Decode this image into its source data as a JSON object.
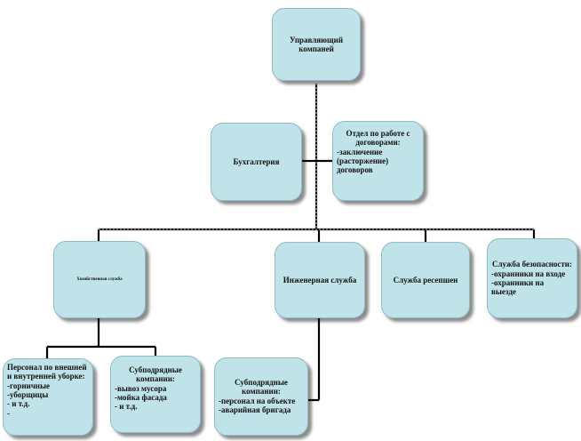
{
  "management": {
    "title": "Управляющий компаней"
  },
  "accounting": {
    "title": "Бухгалтерия"
  },
  "contracts_dept": {
    "title": "Отдел по работе с договорами:",
    "items": [
      "-заключение",
      "(расторжение)",
      "договоров"
    ]
  },
  "housekeeping": {
    "title": "Хозяйственная служба"
  },
  "engineering": {
    "title": "Инженерная служба"
  },
  "reception": {
    "title": "Служба ресепшен"
  },
  "security": {
    "title": "Служба безопасности:",
    "items": [
      "-охранники на входе",
      "-охранники на",
      "выезде"
    ]
  },
  "internal_staff": {
    "title": "Персонал по внешней и внутренней уборке:",
    "items": [
      "-горничные",
      "-уборщицы",
      "- и т.д.",
      "-"
    ]
  },
  "subcontract_housekeeping": {
    "title": "Субподрядные компании:",
    "items": [
      "-вывоз мусора",
      "-мойка фасада",
      "- и т.д."
    ]
  },
  "subcontract_engineering": {
    "title": "Субподрядные компании:",
    "items": [
      "-персонал на объекте",
      "-аварийная бригада"
    ]
  },
  "colors": {
    "box_fill": "#bfe3e8",
    "line": "#000000"
  }
}
